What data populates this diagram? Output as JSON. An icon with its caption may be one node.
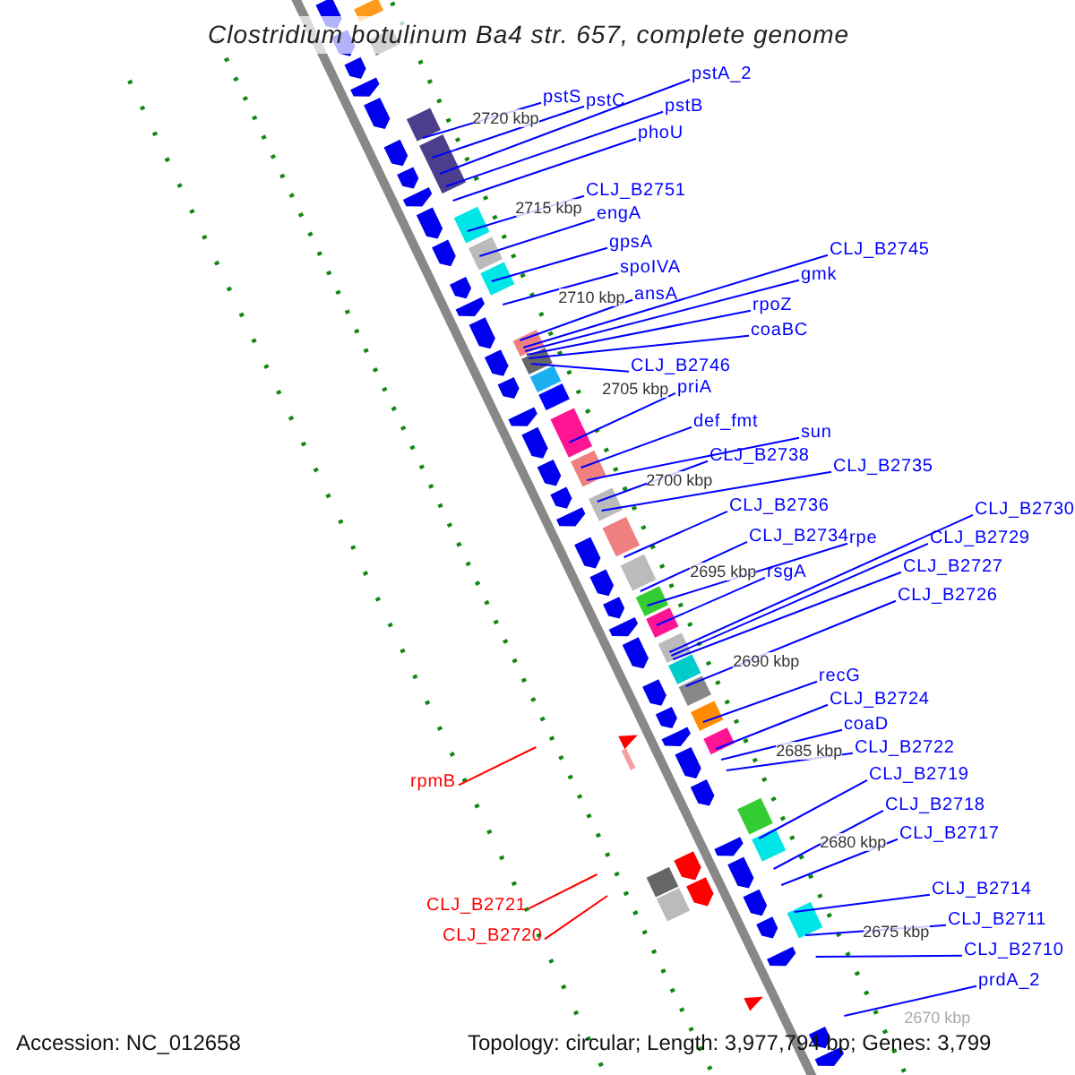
{
  "diagram": {
    "title": "Clostridium botulinum Ba4 str. 657, complete genome",
    "nodes": [
      {
        "text": [
          "pstA_2"
        ]
      },
      {
        "text": [
          "pstS"
        ]
      },
      {
        "text": [
          "pstC"
        ]
      },
      {
        "text": [
          "pstB"
        ]
      },
      {
        "text": [
          "phoU"
        ]
      },
      {
        "text": [
          "CLJ_B2751"
        ]
      },
      {
        "text": [
          "engA"
        ]
      },
      {
        "text": [
          "gpsA"
        ]
      },
      {
        "text": [
          "CLJ_B2745"
        ]
      },
      {
        "text": [
          "spoIVA"
        ]
      },
      {
        "text": [
          "gmk"
        ]
      },
      {
        "text": [
          "ansA"
        ]
      },
      {
        "text": [
          "rpoZ"
        ]
      },
      {
        "text": [
          "CLJ_B2746"
        ]
      },
      {
        "text": [
          "coaBC"
        ]
      },
      {
        "text": [
          "priA"
        ]
      },
      {
        "text": [
          "def_fmt"
        ]
      },
      {
        "text": [
          "sun"
        ]
      },
      {
        "text": [
          "CLJ_B2738"
        ]
      },
      {
        "text": [
          "CLJ_B2735"
        ]
      },
      {
        "text": [
          "CLJ_B2736"
        ]
      },
      {
        "text": [
          "CLJ_B2730"
        ]
      },
      {
        "text": [
          "CLJ_B2734"
        ]
      },
      {
        "text": [
          "rpe"
        ]
      },
      {
        "text": [
          "CLJ_B2729"
        ]
      },
      {
        "text": [
          "CLJ_B2727"
        ]
      },
      {
        "text": [
          "rsgA"
        ]
      },
      {
        "text": [
          "CLJ_B2726"
        ]
      },
      {
        "text": [
          "recG"
        ]
      },
      {
        "text": [
          "CLJ_B2724"
        ]
      },
      {
        "text": [
          "coaD"
        ]
      },
      {
        "text": [
          "CLJ_B2722"
        ]
      },
      {
        "text": [
          "CLJ_B2719"
        ]
      },
      {
        "text": [
          "rpmB"
        ]
      },
      {
        "text": [
          "CLJ_B2718"
        ]
      },
      {
        "text": [
          "CLJ_B2717"
        ]
      },
      {
        "text": [
          "CLJ_B2714"
        ]
      },
      {
        "text": [
          "CLJ_B2721"
        ]
      },
      {
        "text": [
          "CLJ_B2711"
        ]
      },
      {
        "text": [
          "CLJ_B2720"
        ]
      },
      {
        "text": [
          "CLJ_B2710"
        ]
      },
      {
        "text": [
          "prdA_2"
        ]
      }
    ],
    "edges": [
      {
        "from": 0,
        "to": null,
        "arrow": "none"
      },
      {
        "from": 1,
        "to": null,
        "arrow": "none"
      },
      {
        "from": 2,
        "to": null,
        "arrow": "none"
      },
      {
        "from": 3,
        "to": null,
        "arrow": "none"
      },
      {
        "from": 4,
        "to": null,
        "arrow": "none"
      },
      {
        "from": 5,
        "to": null,
        "arrow": "none"
      },
      {
        "from": 6,
        "to": null,
        "arrow": "none"
      },
      {
        "from": 7,
        "to": null,
        "arrow": "none"
      },
      {
        "from": 8,
        "to": null,
        "arrow": "none"
      },
      {
        "from": 9,
        "to": null,
        "arrow": "none"
      },
      {
        "from": 10,
        "to": null,
        "arrow": "none"
      },
      {
        "from": 11,
        "to": null,
        "arrow": "none"
      },
      {
        "from": 12,
        "to": null,
        "arrow": "none"
      },
      {
        "from": 13,
        "to": null,
        "arrow": "none"
      },
      {
        "from": 14,
        "to": null,
        "arrow": "none"
      },
      {
        "from": 15,
        "to": null,
        "arrow": "none"
      },
      {
        "from": 16,
        "to": null,
        "arrow": "none"
      },
      {
        "from": 17,
        "to": null,
        "arrow": "none"
      },
      {
        "from": 18,
        "to": null,
        "arrow": "none"
      },
      {
        "from": 19,
        "to": null,
        "arrow": "none"
      },
      {
        "from": 20,
        "to": null,
        "arrow": "none"
      },
      {
        "from": 21,
        "to": null,
        "arrow": "none"
      },
      {
        "from": 22,
        "to": null,
        "arrow": "none"
      },
      {
        "from": 23,
        "to": null,
        "arrow": "none"
      },
      {
        "from": 24,
        "to": null,
        "arrow": "none"
      },
      {
        "from": 25,
        "to": null,
        "arrow": "none"
      },
      {
        "from": 26,
        "to": null,
        "arrow": "none"
      },
      {
        "from": 27,
        "to": null,
        "arrow": "none"
      },
      {
        "from": 28,
        "to": null,
        "arrow": "none"
      },
      {
        "from": 29,
        "to": null,
        "arrow": "none"
      },
      {
        "from": 30,
        "to": null,
        "arrow": "none"
      },
      {
        "from": 31,
        "to": null,
        "arrow": "none"
      },
      {
        "from": 32,
        "to": null,
        "arrow": "none"
      },
      {
        "from": 33,
        "to": null,
        "arrow": "none",
        "color": "#ff0000"
      },
      {
        "from": 34,
        "to": null,
        "arrow": "none"
      },
      {
        "from": 35,
        "to": null,
        "arrow": "none"
      },
      {
        "from": 36,
        "to": null,
        "arrow": "none"
      },
      {
        "from": 37,
        "to": null,
        "arrow": "none",
        "color": "#ff0000"
      },
      {
        "from": 38,
        "to": null,
        "arrow": "none"
      },
      {
        "from": 39,
        "to": null,
        "arrow": "none",
        "color": "#ff0000"
      },
      {
        "from": 40,
        "to": null,
        "arrow": "none"
      },
      {
        "from": 41,
        "to": null,
        "arrow": "none"
      }
    ],
    "labels": [
      "2720 kbp",
      "2715 kbp",
      "2710 kbp",
      "2705 kbp",
      "2700 kbp",
      "2695 kbp",
      "2690 kbp",
      "2685 kbp",
      "2680 kbp",
      "2675 kbp",
      "2670 kbp",
      "Accession: NC_012658",
      "Topology: circular; Length: 3,977,794 bp; Genes: 3,799"
    ]
  }
}
